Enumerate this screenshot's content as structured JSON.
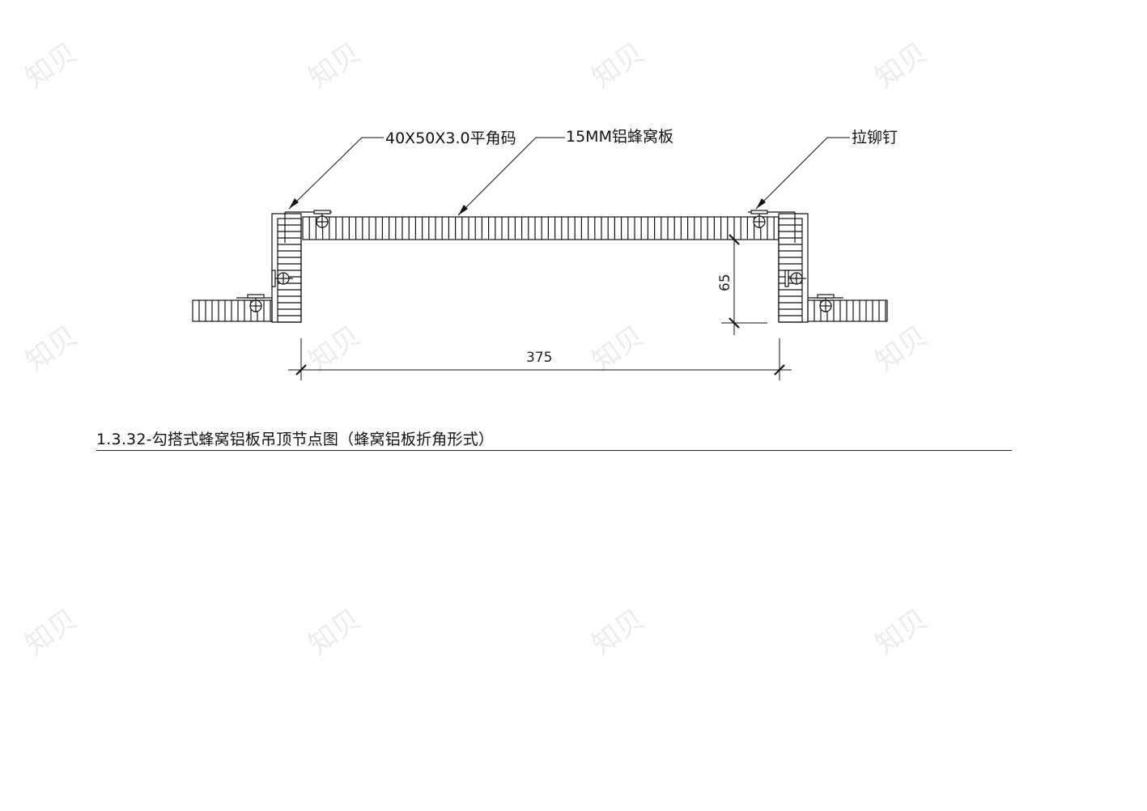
{
  "drawing": {
    "labels": {
      "angle_bracket": "40X50X3.0平角码",
      "honeycomb_panel": "15MM铝蜂窝板",
      "rivet": "拉铆钉"
    },
    "dimensions": {
      "width": "375",
      "height": "65"
    }
  },
  "caption": {
    "text": "1.3.32-勾搭式蜂窝铝板吊顶节点图（蜂窝铝板折角形式）"
  },
  "watermark": {
    "text": "知贝"
  },
  "colors": {
    "line": "#111111",
    "watermark": "#ececec"
  }
}
